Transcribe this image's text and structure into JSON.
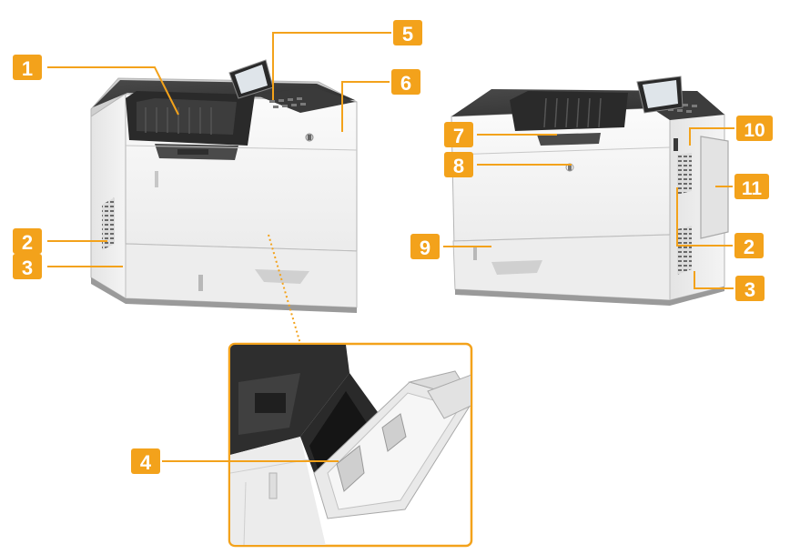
{
  "callouts": [
    {
      "id": "1",
      "label": "1"
    },
    {
      "id": "2",
      "label": "2"
    },
    {
      "id": "3",
      "label": "3"
    },
    {
      "id": "4",
      "label": "4"
    },
    {
      "id": "5",
      "label": "5"
    },
    {
      "id": "6",
      "label": "6"
    },
    {
      "id": "7",
      "label": "7"
    },
    {
      "id": "8",
      "label": "8"
    },
    {
      "id": "9",
      "label": "9"
    },
    {
      "id": "10",
      "label": "10"
    },
    {
      "id": "11",
      "label": "11"
    }
  ],
  "colors": {
    "accent": "#f3a21b",
    "body": "#f1f1f1",
    "body_shade": "#d8d8d8",
    "top_dark": "#3a3a3a",
    "outline": "#9a9a9a"
  }
}
